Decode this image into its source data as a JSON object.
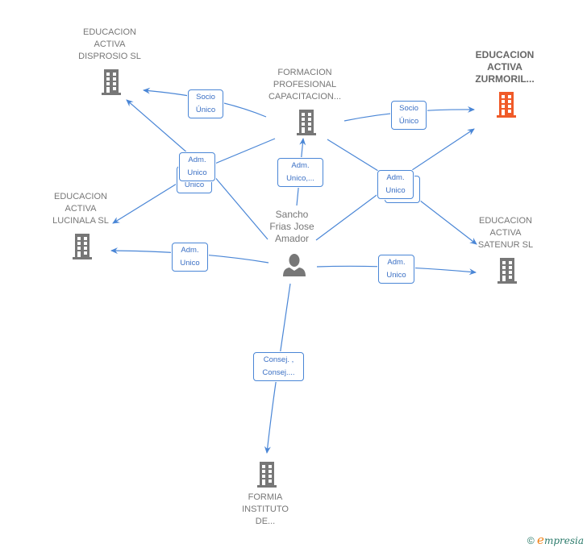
{
  "nodes": {
    "disprosio": {
      "label": "EDUCACION\nACTIVA\nDISPROSIO  SL",
      "type": "company",
      "icon": "building-icon",
      "color": "#777777"
    },
    "formacion": {
      "label": "FORMACION\nPROFESIONAL\nCAPACITACION...",
      "type": "company",
      "icon": "building-icon",
      "color": "#777777"
    },
    "zurmoril": {
      "label": "EDUCACION\nACTIVA\nZURMORIL...",
      "type": "company",
      "icon": "building-icon",
      "color": "#f05a28",
      "highlighted": true
    },
    "lucinala": {
      "label": "EDUCACION\nACTIVA\nLUCINALA  SL",
      "type": "company",
      "icon": "building-icon",
      "color": "#777777"
    },
    "person": {
      "label": "Sancho\nFrias Jose\nAmador",
      "type": "person",
      "icon": "person-icon",
      "color": "#777777"
    },
    "satenur": {
      "label": "EDUCACION\nACTIVA\nSATENUR  SL",
      "type": "company",
      "icon": "building-icon",
      "color": "#777777"
    },
    "formia": {
      "label": "FORMIA\nINSTITUTO\nDE...",
      "type": "company",
      "icon": "building-icon",
      "color": "#777777"
    }
  },
  "edges": [
    {
      "from": "formacion",
      "to": "disprosio",
      "label": "Socio\nÚnico"
    },
    {
      "from": "formacion",
      "to": "zurmoril",
      "label": "Socio\nÚnico"
    },
    {
      "from": "formacion",
      "to": "lucinala",
      "label": "Único"
    },
    {
      "from": "person",
      "to": "disprosio",
      "label": "Adm.\nUnico"
    },
    {
      "from": "person",
      "to": "formacion",
      "label": "Adm.\nUnico,..."
    },
    {
      "from": "formacion",
      "to": "satenur",
      "label": ""
    },
    {
      "from": "person",
      "to": "zurmoril",
      "label": "Adm.\nUnico"
    },
    {
      "from": "person",
      "to": "lucinala",
      "label": "Adm.\nUnico"
    },
    {
      "from": "person",
      "to": "satenur",
      "label": "Adm.\nUnico"
    },
    {
      "from": "person",
      "to": "formia",
      "label": "Consej. ,\nConsej...."
    }
  ],
  "colors": {
    "edge": "#4a86d6",
    "node_default": "#777777",
    "node_highlight": "#f05a28"
  },
  "footer": {
    "copyright": "©",
    "brand_initial": "e",
    "brand_rest": "mpresia"
  }
}
